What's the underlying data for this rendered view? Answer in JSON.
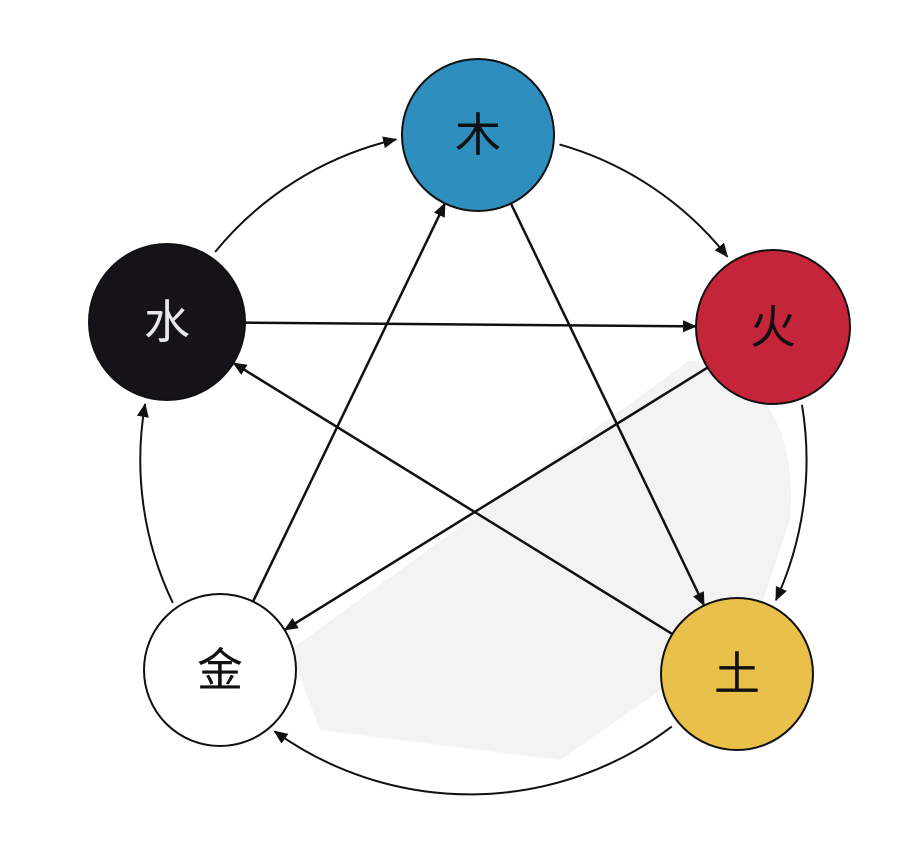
{
  "diagram": {
    "type": "five-elements-cycle",
    "nodes": [
      {
        "id": "wood",
        "label": "木",
        "fill": "#2e8fbf",
        "text_color": "#111111"
      },
      {
        "id": "fire",
        "label": "火",
        "fill": "#c5253a",
        "text_color": "#111111"
      },
      {
        "id": "earth",
        "label": "土",
        "fill": "#e8c04a",
        "text_color": "#111111"
      },
      {
        "id": "metal",
        "label": "金",
        "fill": "#ffffff",
        "text_color": "#111111"
      },
      {
        "id": "water",
        "label": "水",
        "fill": "#151218",
        "text_color": "#e8e8e8"
      }
    ],
    "generating_cycle": [
      {
        "from": "wood",
        "to": "fire"
      },
      {
        "from": "fire",
        "to": "earth"
      },
      {
        "from": "earth",
        "to": "metal"
      },
      {
        "from": "metal",
        "to": "water"
      },
      {
        "from": "water",
        "to": "wood"
      }
    ],
    "overcoming_cycle": [
      {
        "from": "wood",
        "to": "earth"
      },
      {
        "from": "earth",
        "to": "water"
      },
      {
        "from": "water",
        "to": "fire"
      },
      {
        "from": "fire",
        "to": "metal"
      },
      {
        "from": "metal",
        "to": "wood"
      }
    ],
    "colors": {
      "stroke": "#111111",
      "background": "#ffffff",
      "shaded_region": "#f2f2f2"
    }
  }
}
